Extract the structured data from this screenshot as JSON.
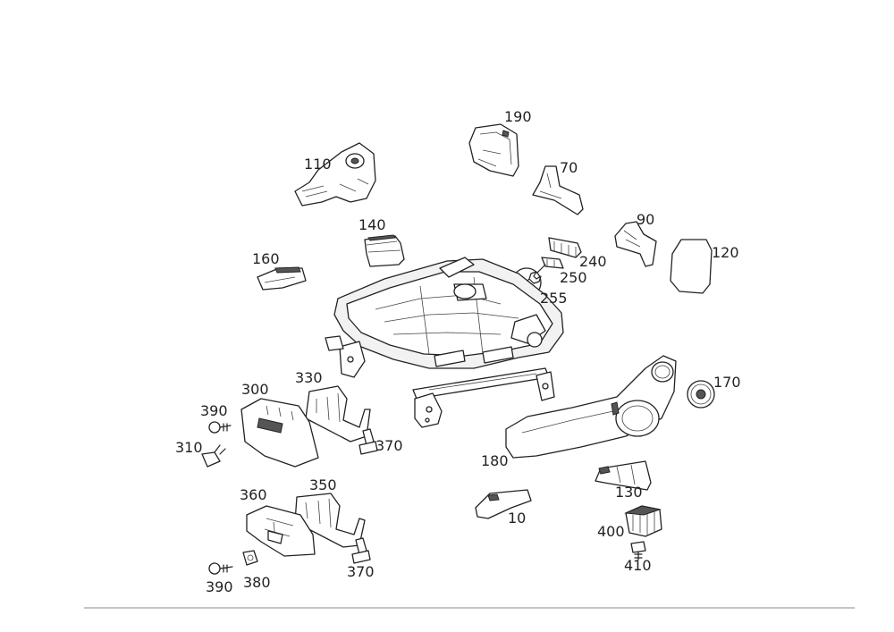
{
  "labels": {
    "p10": "10",
    "p70": "70",
    "p90": "90",
    "p110": "110",
    "p120": "120",
    "p130": "130",
    "p140": "140",
    "p160": "160",
    "p170": "170",
    "p180": "180",
    "p190": "190",
    "p240": "240",
    "p250": "250",
    "p255": "255",
    "p300": "300",
    "p310": "310",
    "p330": "330",
    "p350": "350",
    "p360": "360",
    "p370a": "370",
    "p370b": "370",
    "p380": "380",
    "p390a": "390",
    "p390b": "390",
    "p400": "400",
    "p410": "410"
  }
}
